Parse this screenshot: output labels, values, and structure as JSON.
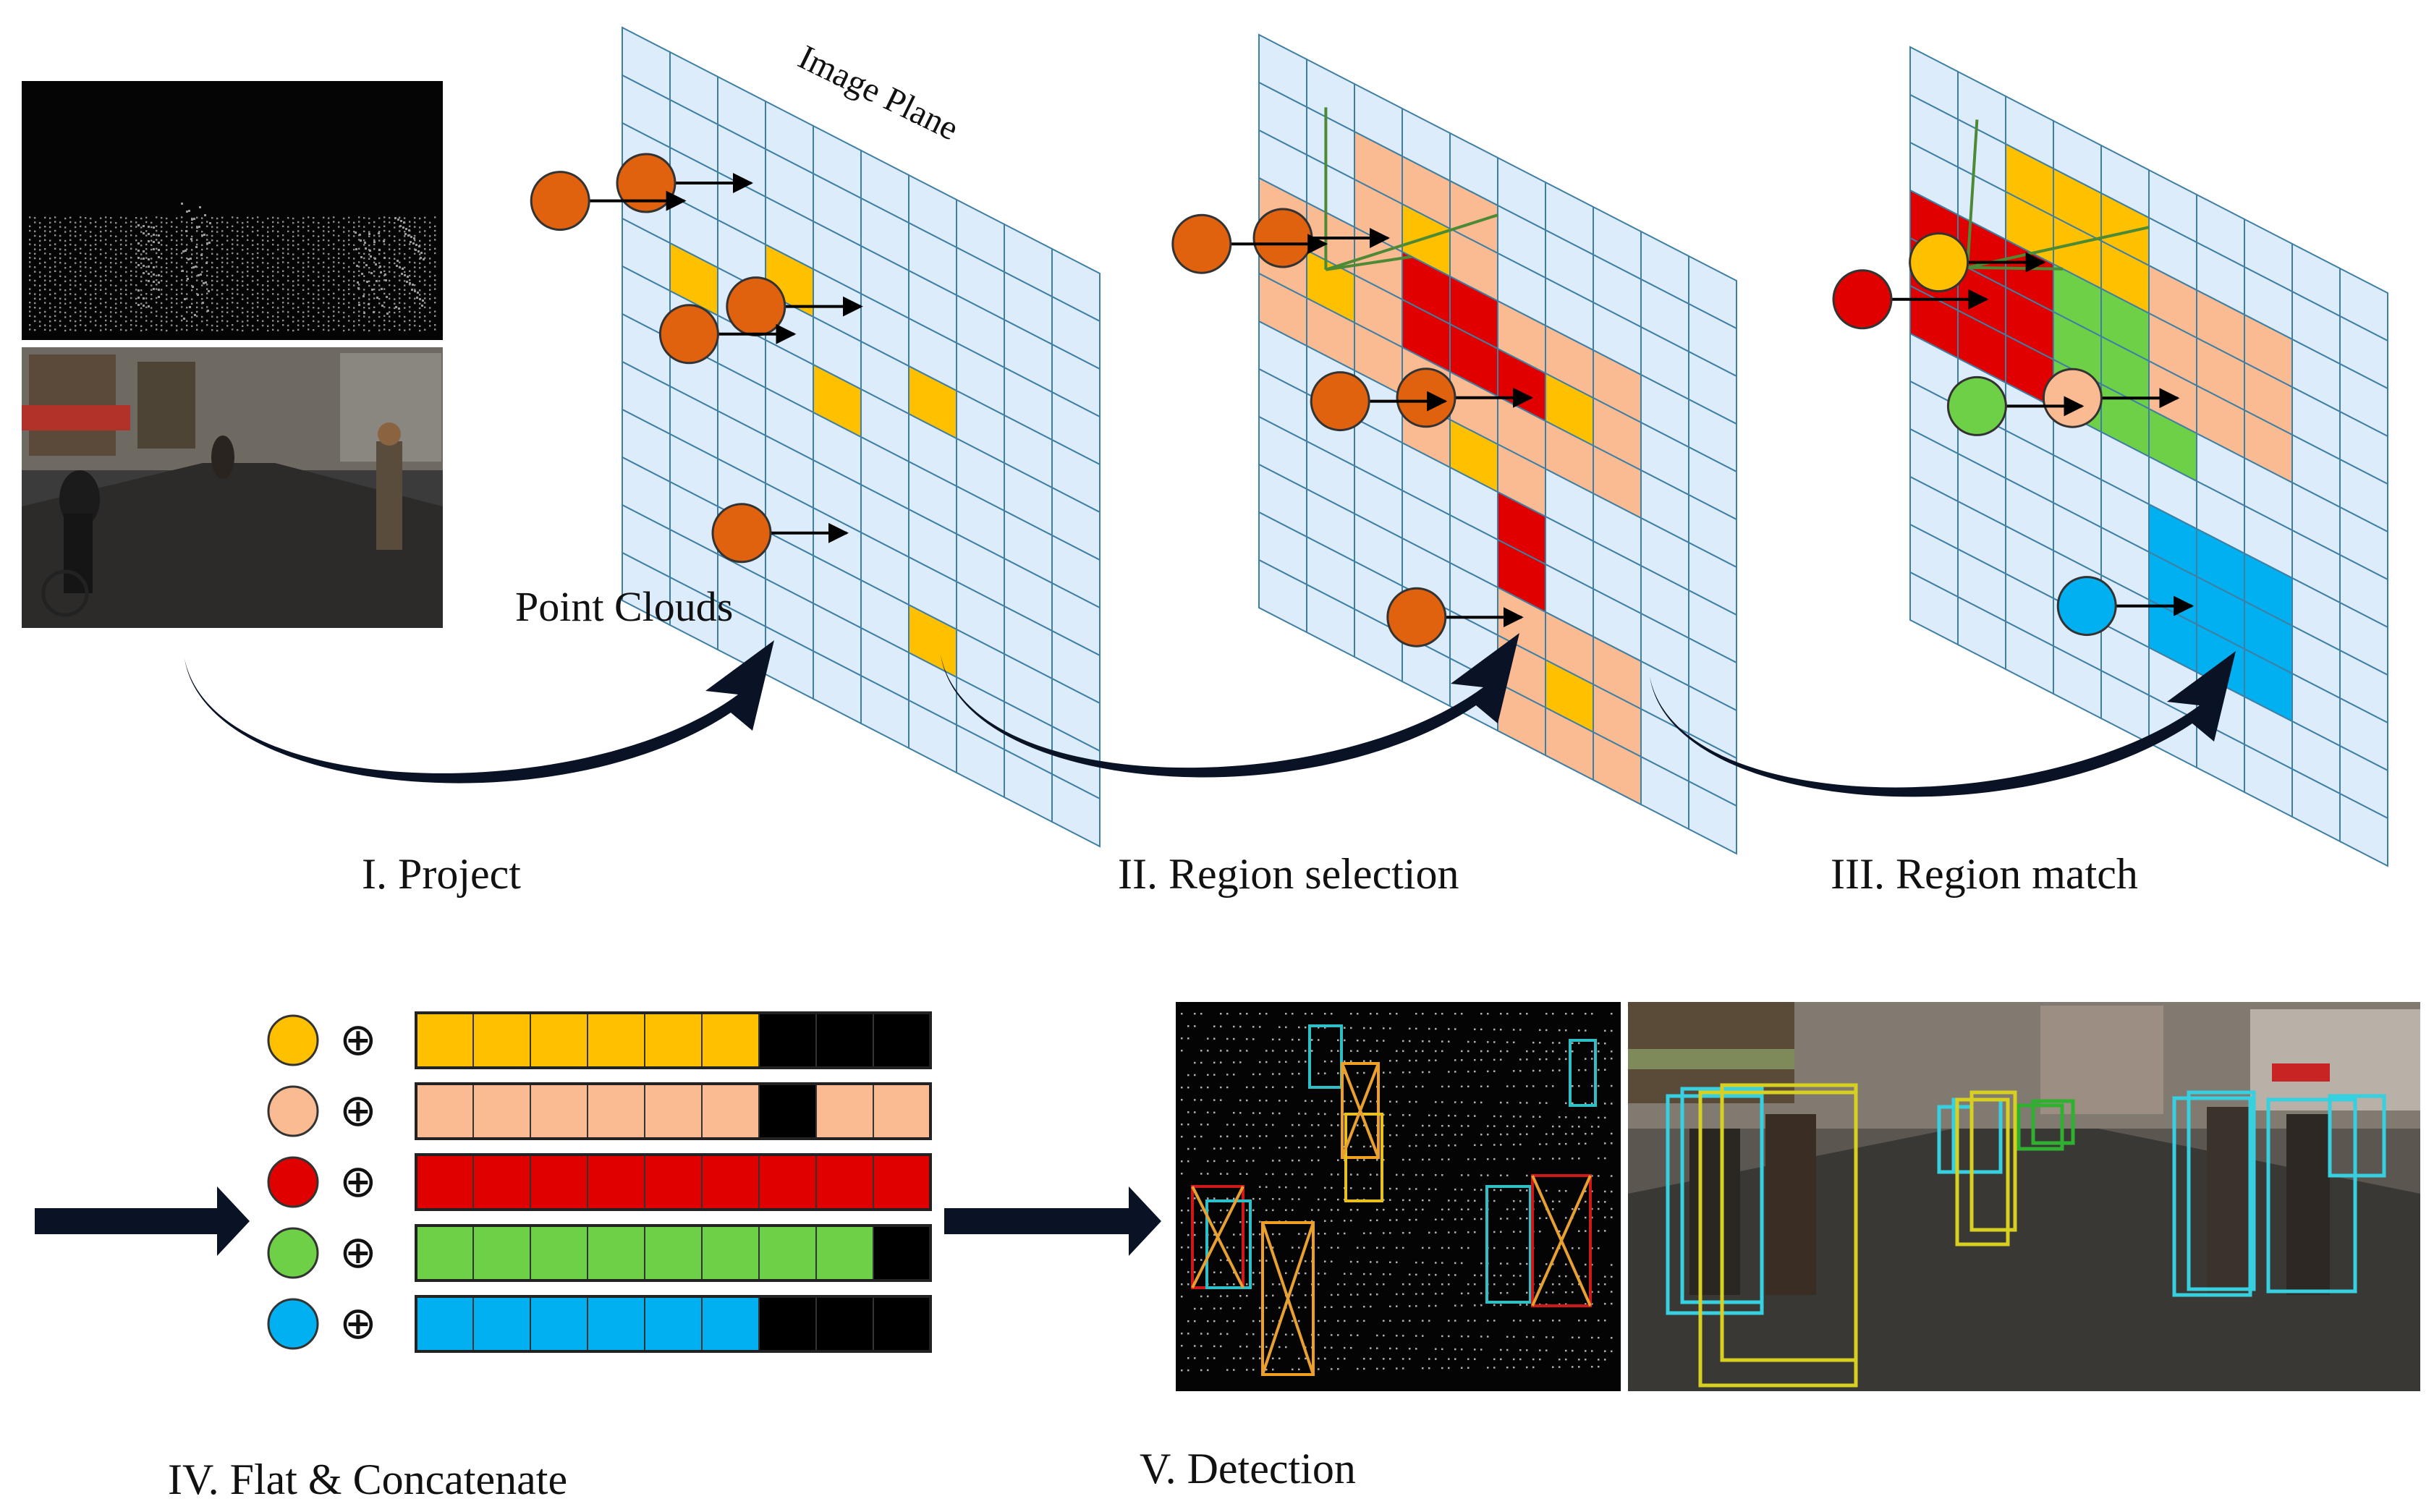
{
  "labels": {
    "image_plane": "Image Plane",
    "point_clouds": "Point Clouds",
    "step1": "I. Project",
    "step2": "II. Region selection",
    "step3": "III. Region match",
    "step4": "IV. Flat & Concatenate",
    "step5": "V. Detection"
  },
  "concat_symbol": "⊕",
  "colors": {
    "grid_fill": "#dcecfb",
    "grid_line": "#3f7fa3",
    "dot_orange": "#e0620e",
    "yellow": "#ffc000",
    "peach": "#fbbb92",
    "red": "#e00000",
    "green": "#6ed046",
    "blue": "#00b0f0",
    "black": "#000000",
    "arrow_dark": "#0a1226"
  },
  "feature_rows": [
    {
      "dot": "yellow",
      "cells": [
        "yellow",
        "yellow",
        "yellow",
        "yellow",
        "yellow",
        "yellow",
        "black",
        "black",
        "black"
      ]
    },
    {
      "dot": "peach",
      "cells": [
        "peach",
        "peach",
        "peach",
        "peach",
        "peach",
        "peach",
        "black",
        "peach",
        "peach"
      ]
    },
    {
      "dot": "red",
      "cells": [
        "red",
        "red",
        "red",
        "red",
        "red",
        "red",
        "red",
        "red",
        "red"
      ]
    },
    {
      "dot": "green",
      "cells": [
        "green",
        "green",
        "green",
        "green",
        "green",
        "green",
        "green",
        "green",
        "black"
      ]
    },
    {
      "dot": "blue",
      "cells": [
        "blue",
        "blue",
        "blue",
        "blue",
        "blue",
        "blue",
        "black",
        "black",
        "black"
      ]
    }
  ],
  "stages": [
    {
      "dots": [
        {
          "c": 0.5,
          "r": 3.0,
          "color": "dot_orange"
        },
        {
          "c": -1.3,
          "r": 4.3,
          "color": "dot_orange"
        },
        {
          "c": 2.8,
          "r": 4.4,
          "color": "dot_orange"
        },
        {
          "c": 1.4,
          "r": 5.7,
          "color": "dot_orange"
        },
        {
          "c": 2.5,
          "r": 9.3,
          "color": "dot_orange"
        }
      ],
      "cells": [
        {
          "c": 3,
          "r": 3,
          "color": "yellow"
        },
        {
          "c": 1,
          "r": 4,
          "color": "yellow"
        },
        {
          "c": 6,
          "r": 4,
          "color": "yellow"
        },
        {
          "c": 4,
          "r": 5,
          "color": "yellow"
        },
        {
          "c": 6,
          "r": 9,
          "color": "yellow"
        }
      ]
    },
    {
      "dots": [
        {
          "c": 0.5,
          "r": 4.0,
          "color": "dot_orange"
        },
        {
          "c": -1.2,
          "r": 5.0,
          "color": "dot_orange"
        },
        {
          "c": 3.5,
          "r": 5.8,
          "color": "dot_orange"
        },
        {
          "c": 1.7,
          "r": 6.8,
          "color": "dot_orange"
        },
        {
          "c": 3.3,
          "r": 10.5,
          "color": "dot_orange"
        }
      ],
      "cells": [
        {
          "c": 0,
          "r": 3,
          "color": "peach"
        },
        {
          "c": 1,
          "r": 3,
          "color": "peach"
        },
        {
          "c": 2,
          "r": 3,
          "color": "peach"
        },
        {
          "c": 0,
          "r": 4,
          "color": "peach"
        },
        {
          "c": 1,
          "r": 4,
          "color": "yellow"
        },
        {
          "c": 2,
          "r": 4,
          "color": "peach"
        },
        {
          "c": 0,
          "r": 5,
          "color": "peach"
        },
        {
          "c": 1,
          "r": 5,
          "color": "peach"
        },
        {
          "c": 2,
          "r": 5,
          "color": "peach"
        },
        {
          "c": 2,
          "r": 1,
          "color": "peach"
        },
        {
          "c": 3,
          "r": 1,
          "color": "peach"
        },
        {
          "c": 4,
          "r": 1,
          "color": "peach"
        },
        {
          "c": 2,
          "r": 2,
          "color": "peach"
        },
        {
          "c": 3,
          "r": 2,
          "color": "yellow"
        },
        {
          "c": 4,
          "r": 2,
          "color": "peach"
        },
        {
          "c": 3,
          "r": 3,
          "color": "red"
        },
        {
          "c": 4,
          "r": 3,
          "color": "red"
        },
        {
          "c": 3,
          "r": 4,
          "color": "red"
        },
        {
          "c": 4,
          "r": 4,
          "color": "red"
        },
        {
          "c": 5,
          "r": 3,
          "color": "peach"
        },
        {
          "c": 6,
          "r": 3,
          "color": "peach"
        },
        {
          "c": 7,
          "r": 3,
          "color": "peach"
        },
        {
          "c": 5,
          "r": 4,
          "color": "red"
        },
        {
          "c": 6,
          "r": 4,
          "color": "yellow"
        },
        {
          "c": 7,
          "r": 4,
          "color": "peach"
        },
        {
          "c": 5,
          "r": 5,
          "color": "peach"
        },
        {
          "c": 6,
          "r": 5,
          "color": "peach"
        },
        {
          "c": 7,
          "r": 5,
          "color": "peach"
        },
        {
          "c": 3,
          "r": 6,
          "color": "peach"
        },
        {
          "c": 4,
          "r": 6,
          "color": "yellow"
        },
        {
          "c": 5,
          "r": 6,
          "color": "peach"
        },
        {
          "c": 3,
          "r": 5,
          "color": "peach"
        },
        {
          "c": 4,
          "r": 5,
          "color": "peach"
        },
        {
          "c": 5,
          "r": 7,
          "color": "red"
        },
        {
          "c": 5,
          "r": 8,
          "color": "red"
        },
        {
          "c": 5,
          "r": 9,
          "color": "peach"
        },
        {
          "c": 6,
          "r": 9,
          "color": "peach"
        },
        {
          "c": 7,
          "r": 9,
          "color": "peach"
        },
        {
          "c": 5,
          "r": 10,
          "color": "peach"
        },
        {
          "c": 6,
          "r": 10,
          "color": "yellow"
        },
        {
          "c": 7,
          "r": 10,
          "color": "peach"
        },
        {
          "c": 5,
          "r": 11,
          "color": "peach"
        },
        {
          "c": 6,
          "r": 11,
          "color": "peach"
        },
        {
          "c": 7,
          "r": 11,
          "color": "peach"
        }
      ],
      "fan": {
        "c": 1.4,
        "r": 4.2
      }
    },
    {
      "dots": [
        {
          "c": -1.0,
          "r": 5.8,
          "color": "red"
        },
        {
          "c": 0.6,
          "r": 4.2,
          "color": "yellow"
        },
        {
          "c": 3.4,
          "r": 5.6,
          "color": "peach"
        },
        {
          "c": 1.4,
          "r": 6.8,
          "color": "green"
        },
        {
          "c": 3.7,
          "r": 9.8,
          "color": "blue"
        }
      ],
      "cells": [
        {
          "c": 0,
          "r": 3,
          "color": "red"
        },
        {
          "c": 1,
          "r": 3,
          "color": "red"
        },
        {
          "c": 2,
          "r": 3,
          "color": "red"
        },
        {
          "c": 0,
          "r": 4,
          "color": "red"
        },
        {
          "c": 1,
          "r": 4,
          "color": "red"
        },
        {
          "c": 2,
          "r": 4,
          "color": "red"
        },
        {
          "c": 0,
          "r": 5,
          "color": "red"
        },
        {
          "c": 1,
          "r": 5,
          "color": "red"
        },
        {
          "c": 2,
          "r": 5,
          "color": "red"
        },
        {
          "c": 2,
          "r": 1,
          "color": "yellow"
        },
        {
          "c": 3,
          "r": 1,
          "color": "yellow"
        },
        {
          "c": 4,
          "r": 1,
          "color": "yellow"
        },
        {
          "c": 2,
          "r": 2,
          "color": "yellow"
        },
        {
          "c": 3,
          "r": 2,
          "color": "yellow"
        },
        {
          "c": 4,
          "r": 2,
          "color": "yellow"
        },
        {
          "c": 5,
          "r": 2,
          "color": "peach"
        },
        {
          "c": 6,
          "r": 2,
          "color": "peach"
        },
        {
          "c": 7,
          "r": 2,
          "color": "peach"
        },
        {
          "c": 5,
          "r": 3,
          "color": "peach"
        },
        {
          "c": 6,
          "r": 3,
          "color": "peach"
        },
        {
          "c": 7,
          "r": 3,
          "color": "peach"
        },
        {
          "c": 5,
          "r": 4,
          "color": "peach"
        },
        {
          "c": 6,
          "r": 4,
          "color": "peach"
        },
        {
          "c": 7,
          "r": 4,
          "color": "peach"
        },
        {
          "c": 3,
          "r": 3,
          "color": "green"
        },
        {
          "c": 4,
          "r": 3,
          "color": "green"
        },
        {
          "c": 3,
          "r": 4,
          "color": "green"
        },
        {
          "c": 4,
          "r": 4,
          "color": "green"
        },
        {
          "c": 3,
          "r": 5,
          "color": "green"
        },
        {
          "c": 4,
          "r": 5,
          "color": "green"
        },
        {
          "c": 5,
          "r": 5,
          "color": "green"
        },
        {
          "c": 5,
          "r": 7,
          "color": "blue"
        },
        {
          "c": 6,
          "r": 7,
          "color": "blue"
        },
        {
          "c": 7,
          "r": 7,
          "color": "blue"
        },
        {
          "c": 5,
          "r": 8,
          "color": "blue"
        },
        {
          "c": 6,
          "r": 8,
          "color": "blue"
        },
        {
          "c": 7,
          "r": 8,
          "color": "blue"
        },
        {
          "c": 5,
          "r": 9,
          "color": "blue"
        },
        {
          "c": 6,
          "r": 9,
          "color": "blue"
        },
        {
          "c": 7,
          "r": 9,
          "color": "blue"
        }
      ],
      "fan": {
        "c": 1.2,
        "r": 4.0
      }
    }
  ]
}
